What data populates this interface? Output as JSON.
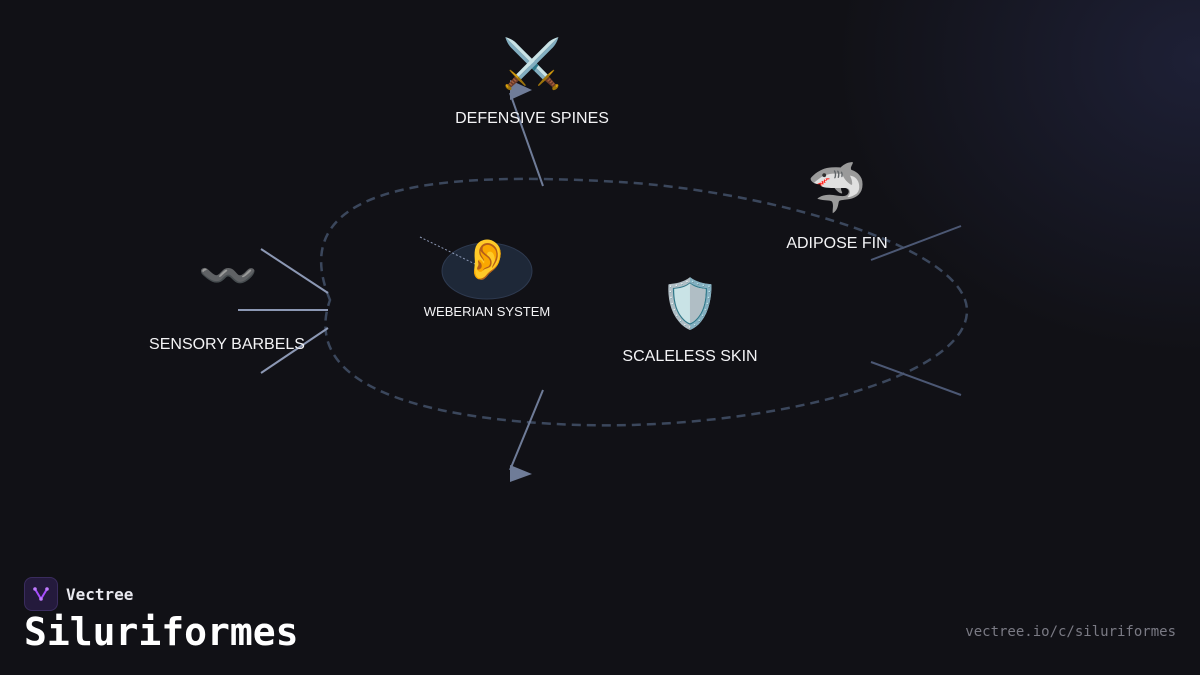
{
  "diagram": {
    "nodes": {
      "spines": {
        "label": "DEFENSIVE SPINES",
        "icon": "crossed-swords-icon",
        "glyph": "⚔️"
      },
      "adipose": {
        "label": "ADIPOSE FIN",
        "icon": "shark-icon",
        "glyph": "🦈"
      },
      "barbels": {
        "label": "SENSORY BARBELS",
        "icon": "wavy-dash-icon",
        "glyph": "〰️"
      },
      "weberian": {
        "label": "WEBERIAN SYSTEM",
        "icon": "ear-icon",
        "glyph": "👂"
      },
      "skin": {
        "label": "SCALELESS SKIN",
        "icon": "shield-icon",
        "glyph": "🛡️"
      }
    }
  },
  "branding": {
    "name": "Vectree",
    "title": "Siluriformes",
    "url": "vectree.io/c/siluriformes"
  },
  "colors": {
    "background": "#111116",
    "outline": "#3b475c",
    "line": "#7c8aa8",
    "accent": "#a64dff"
  }
}
